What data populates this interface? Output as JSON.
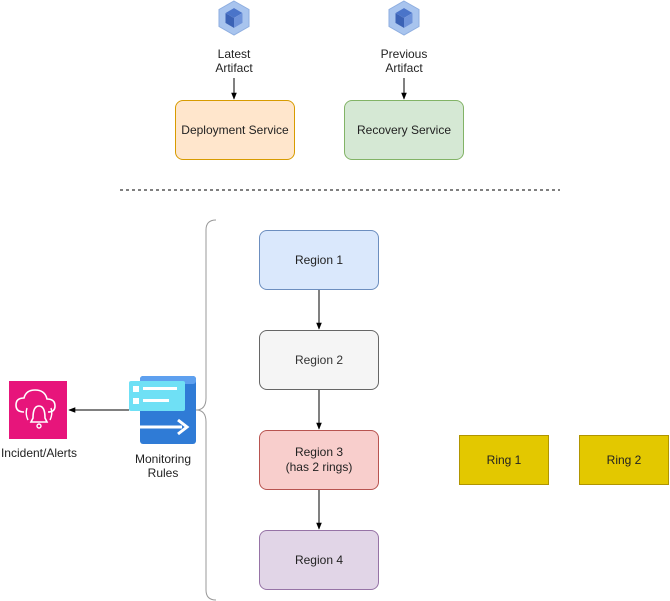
{
  "artifacts": {
    "latest_label": "Latest\nArtifact",
    "previous_label": "Previous\nArtifact"
  },
  "services": {
    "deployment": "Deployment Service",
    "recovery": "Recovery Service"
  },
  "regions": [
    {
      "label": "Region 1"
    },
    {
      "label": "Region 2"
    },
    {
      "label": "Region 3\n(has 2 rings)"
    },
    {
      "label": "Region 4"
    }
  ],
  "rings": [
    {
      "label": "Ring 1"
    },
    {
      "label": "Ring 2"
    }
  ],
  "monitoring": {
    "label": "Monitoring\nRules"
  },
  "incident": {
    "label": "Incident/Alerts"
  },
  "colors": {
    "deployment_fill": "#ffe6cc",
    "deployment_stroke": "#d79b00",
    "recovery_fill": "#d5e8d4",
    "recovery_stroke": "#82b366",
    "region1_fill": "#dae8fc",
    "region1_stroke": "#6c8ebf",
    "region2_fill": "#f5f5f5",
    "region2_stroke": "#666666",
    "region3_fill": "#f8cecc",
    "region3_stroke": "#b85450",
    "region4_fill": "#e1d5e7",
    "region4_stroke": "#9673a6",
    "ring_fill": "#e3c800",
    "ring_stroke": "#b09500",
    "incident_fill": "#e7157b"
  }
}
